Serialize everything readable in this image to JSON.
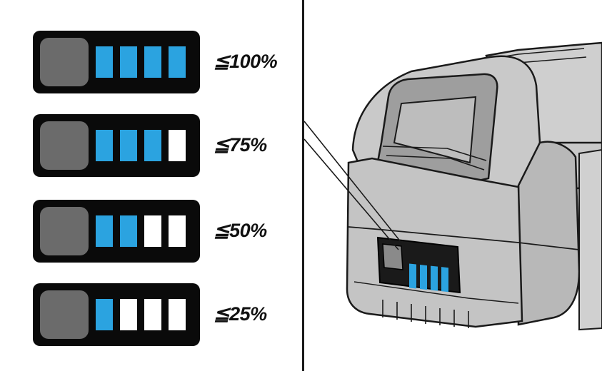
{
  "legend": [
    {
      "label": "≦100%",
      "segments": [
        true,
        true,
        true,
        true
      ]
    },
    {
      "label": "≦75%",
      "segments": [
        true,
        true,
        true,
        false
      ]
    },
    {
      "label": "≦50%",
      "segments": [
        true,
        true,
        false,
        false
      ]
    },
    {
      "label": "≦25%",
      "segments": [
        true,
        false,
        false,
        false
      ]
    }
  ],
  "colors": {
    "led_on": "#2ba3e0",
    "led_off": "#ffffff",
    "indicator_bg": "#0a0a0a",
    "button": "#6b6b6b",
    "battery_body": "#c9c9c9"
  },
  "battery_illustration": {
    "indicator_segments": [
      true,
      true,
      true,
      true
    ]
  }
}
